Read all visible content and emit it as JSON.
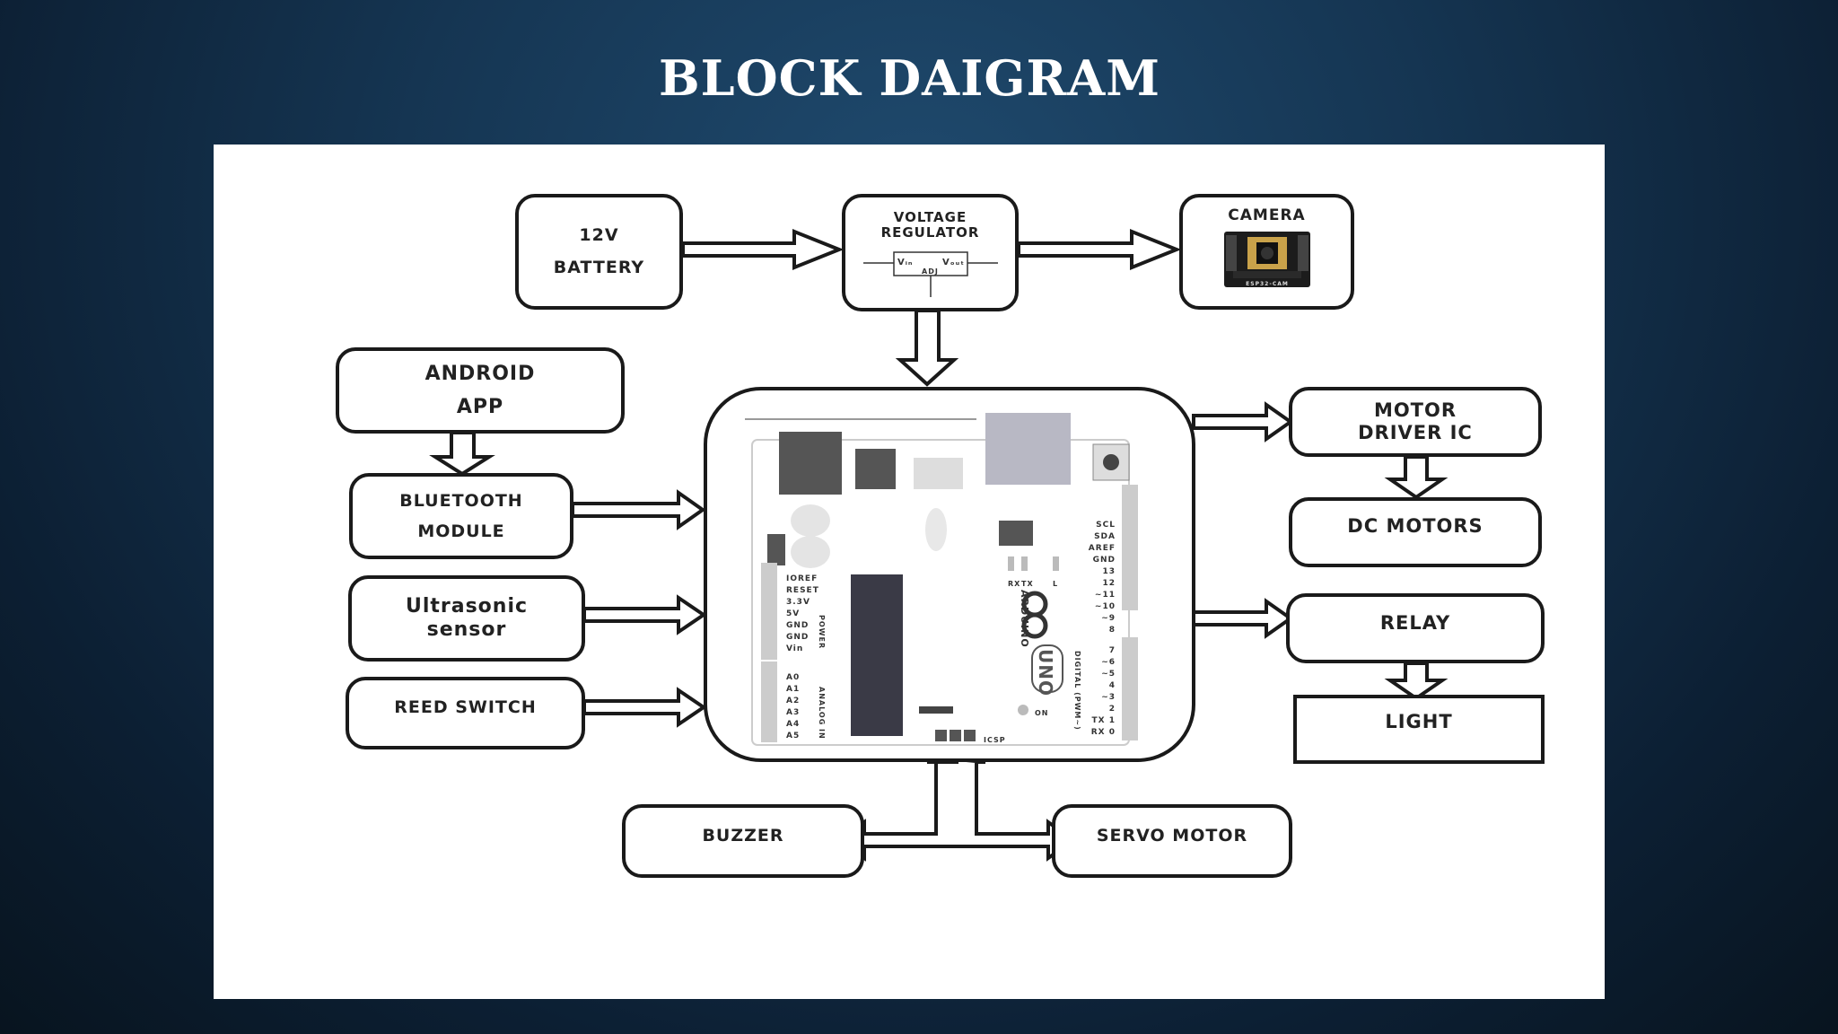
{
  "slide": {
    "title": "BLOCK DAIGRAM"
  },
  "blocks": {
    "battery": [
      "12V",
      "BATTERY"
    ],
    "regulator": [
      "VOLTAGE",
      "REGULATOR"
    ],
    "regulator_symbol": {
      "vin": "Vᵢₙ",
      "vout": "Vₒᵤₜ",
      "adj": "ADJ"
    },
    "camera": "CAMERA",
    "camera_module": "ESP32-CAM",
    "android": [
      "ANDROID",
      "APP"
    ],
    "bluetooth": [
      "BLUETOOTH",
      "MODULE"
    ],
    "ultrasonic": [
      "Ultrasonic",
      "sensor"
    ],
    "reed": "REED SWITCH",
    "motor_driver": [
      "MOTOR",
      "DRIVER IC"
    ],
    "dc_motors": "DC MOTORS",
    "relay": "RELAY",
    "light": "LIGHT",
    "buzzer": "BUZZER",
    "servo": "SERVO MOTOR"
  },
  "board": {
    "brand": "ARDUINO",
    "model": "UNO",
    "power_pins": [
      "IOREF",
      "RESET",
      "3.3V",
      "5V",
      "GND",
      "GND",
      "Vin"
    ],
    "analog_pins": [
      "A0",
      "A1",
      "A2",
      "A3",
      "A4",
      "A5"
    ],
    "power_label": "POWER",
    "analog_label": "ANALOG IN",
    "digital_top": [
      "SCL",
      "SDA",
      "AREF",
      "GND",
      "13",
      "12",
      "~11",
      "~10",
      "~9",
      "8"
    ],
    "digital_bottom": [
      "7",
      "~6",
      "~5",
      "4",
      "~3",
      "2",
      "TX 1",
      "RX 0"
    ],
    "digital_label": "DIGITAL (PWM~)",
    "leds": [
      "RX",
      "TX",
      "L"
    ],
    "on_label": "ON",
    "icsp_label": "ICSP"
  }
}
